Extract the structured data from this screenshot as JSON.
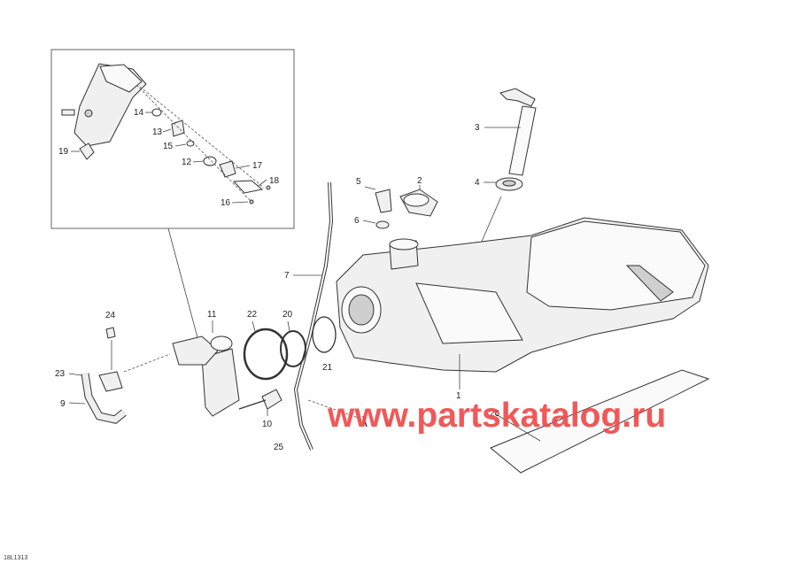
{
  "diagram": {
    "doc_id": "18L1313",
    "watermark": "www.partskatalog.ru",
    "callouts": {
      "c1": "1",
      "c2": "2",
      "c3": "3",
      "c4": "4",
      "c5": "5",
      "c6": "6",
      "c7": "7",
      "c8": "8",
      "c9": "9",
      "c10": "10",
      "c11": "11",
      "c12": "12",
      "c13": "13",
      "c14": "14",
      "c15": "15",
      "c16": "16",
      "c17": "17",
      "c18": "18",
      "c19": "19",
      "c20": "20",
      "c21": "21",
      "c22": "22",
      "c23": "23",
      "c24": "24",
      "c25": "25",
      "c26": "26"
    }
  }
}
